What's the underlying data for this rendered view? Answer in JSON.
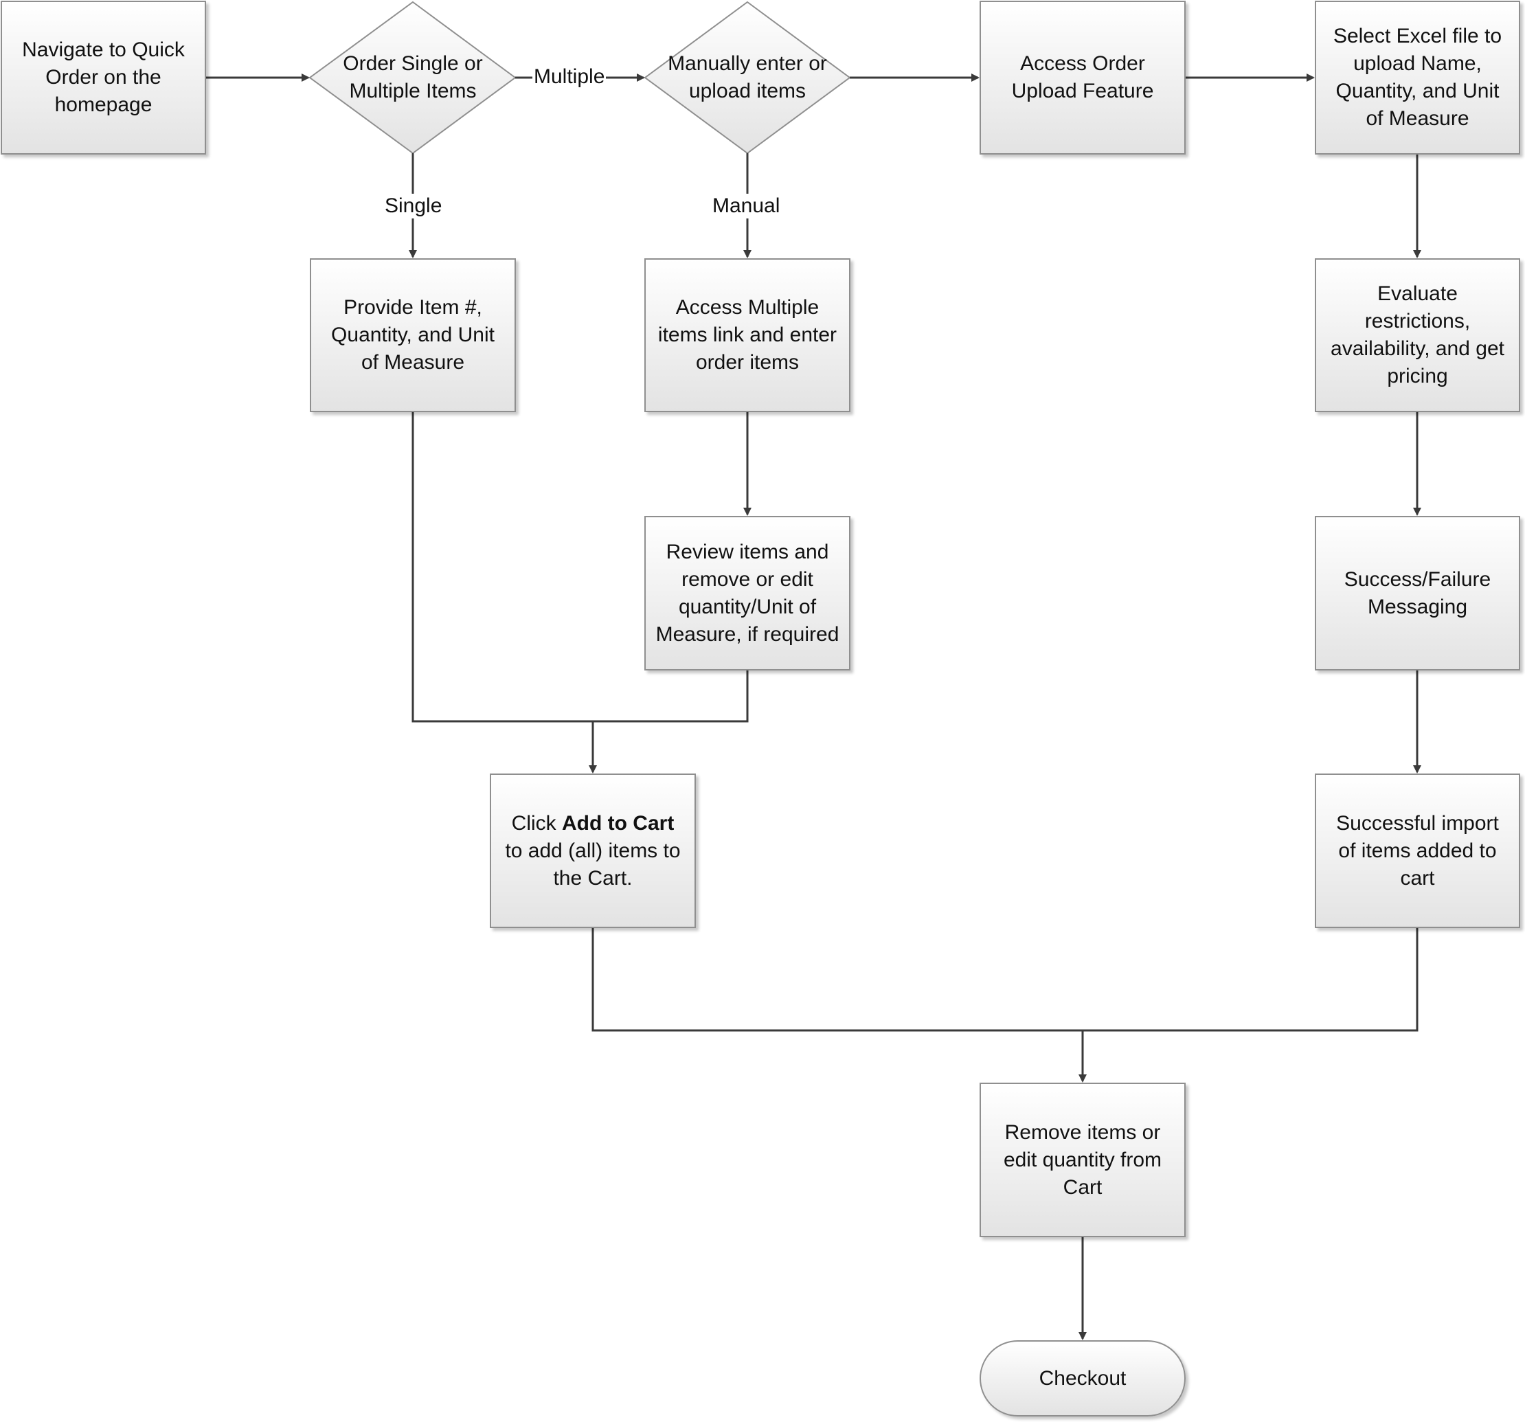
{
  "nodes": {
    "navigate": "Navigate to Quick Order on the homepage",
    "decision_single_multiple": "Order Single or Multiple Items",
    "decision_manual_upload": "Manually enter or upload items",
    "access_upload": "Access Order Upload Feature",
    "select_excel": "Select Excel file to upload Name, Quantity, and Unit of Measure",
    "provide_item": "Provide Item #, Quantity, and Unit of Measure",
    "access_multiple": "Access Multiple items link and enter order items",
    "evaluate": "Evaluate restrictions, availability, and get pricing",
    "review_items": "Review items and remove or edit quantity/Unit of Measure, if required",
    "success_failure": "Success/Failure Messaging",
    "add_to_cart": {
      "prefix": "Click ",
      "bold": "Add to Cart",
      "suffix": " to add (all) items to the Cart."
    },
    "successful_import": "Successful import of items added to cart",
    "remove_edit_cart": "Remove items or edit quantity from Cart",
    "checkout": "Checkout"
  },
  "edge_labels": {
    "multiple": "Multiple",
    "single": "Single",
    "manual": "Manual"
  }
}
